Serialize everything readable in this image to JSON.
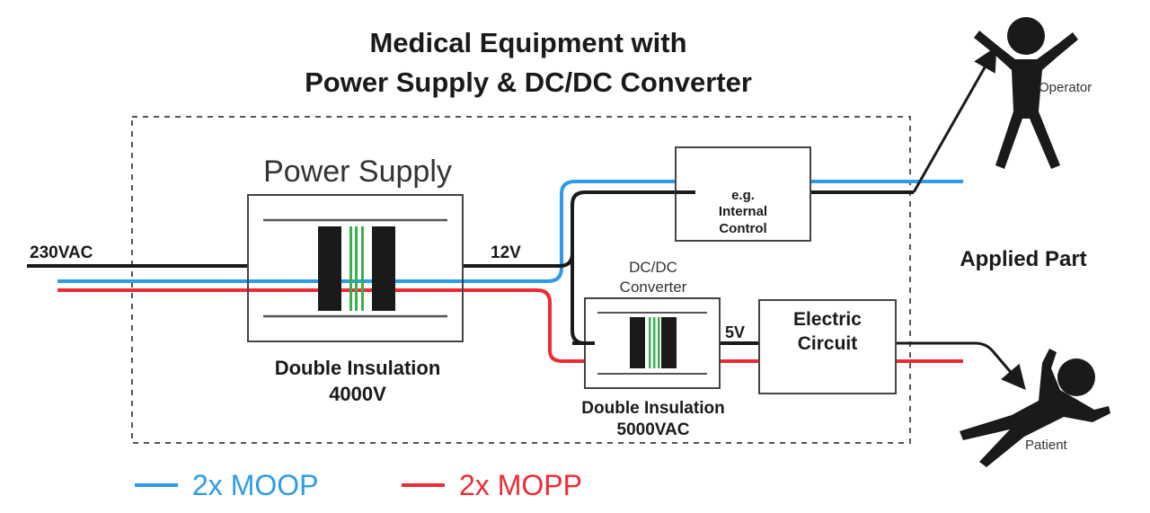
{
  "title": {
    "line1": "Medical Equipment with",
    "line2": "Power Supply & DC/DC Converter"
  },
  "labels": {
    "input_voltage": "230VAC",
    "power_supply": "Power Supply",
    "ps_insulation_line1": "Double Insulation",
    "ps_insulation_line2": "4000V",
    "output_voltage": "12V",
    "internal_control_line1": "e.g.",
    "internal_control_line2": "Internal",
    "internal_control_line3": "Control",
    "dcdc_line1": "DC/DC",
    "dcdc_line2": "Converter",
    "converter_voltage": "5V",
    "electric_circuit_line1": "Electric",
    "electric_circuit_line2": "Circuit",
    "dcdc_insulation_line1": "Double Insulation",
    "dcdc_insulation_line2": "5000VAC",
    "applied_part": "Applied Part",
    "operator": "Operator",
    "patient": "Patient"
  },
  "legend": [
    {
      "label": "2x MOOP",
      "color": "#2e9be6"
    },
    {
      "label": "2x MOPP",
      "color": "#ee2b35"
    }
  ],
  "colors": {
    "moop": "#2e9be6",
    "mopp": "#ee2b35",
    "wire": "#1a1a1a",
    "core_insulation": "#3bb04a"
  },
  "icons": [
    "operator-figure-icon",
    "patient-figure-icon",
    "transformer-icon"
  ]
}
